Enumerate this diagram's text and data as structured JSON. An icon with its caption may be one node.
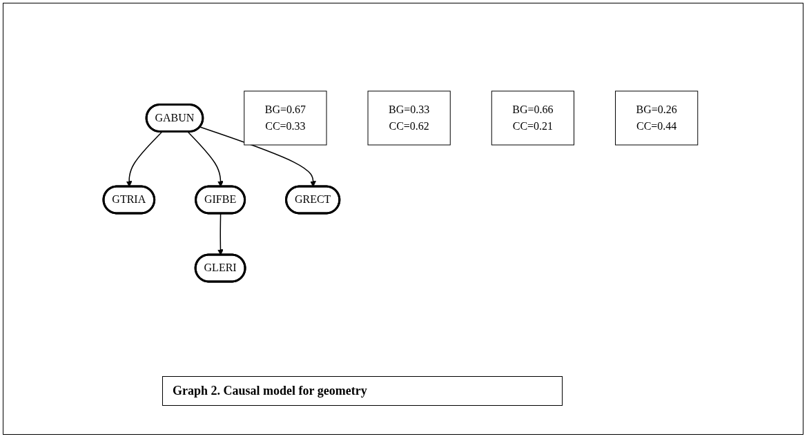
{
  "diagram": {
    "caption": "Graph 2. Causal model for geometry",
    "nodes": [
      {
        "text": [
          "GABUN"
        ]
      },
      {
        "text": [
          "GTRIA"
        ]
      },
      {
        "text": [
          "BG=0.67",
          "CC=0.33"
        ]
      },
      {
        "text": [
          "GIFBE"
        ]
      },
      {
        "text": [
          "BG=0.33",
          "CC=0.62"
        ]
      },
      {
        "text": [
          "GRECT"
        ]
      },
      {
        "text": [
          "BG=0.66",
          "CC=0.21"
        ]
      },
      {
        "text": [
          "GLERI"
        ]
      },
      {
        "text": [
          "BG=0.26",
          "CC=0.44"
        ]
      }
    ],
    "edges": [
      {
        "from": 0,
        "to": 1,
        "arrow": "to"
      },
      {
        "from": 0,
        "to": 3,
        "arrow": "to"
      },
      {
        "from": 0,
        "to": 5,
        "arrow": "to"
      },
      {
        "from": 3,
        "to": 7,
        "arrow": "to"
      }
    ]
  }
}
